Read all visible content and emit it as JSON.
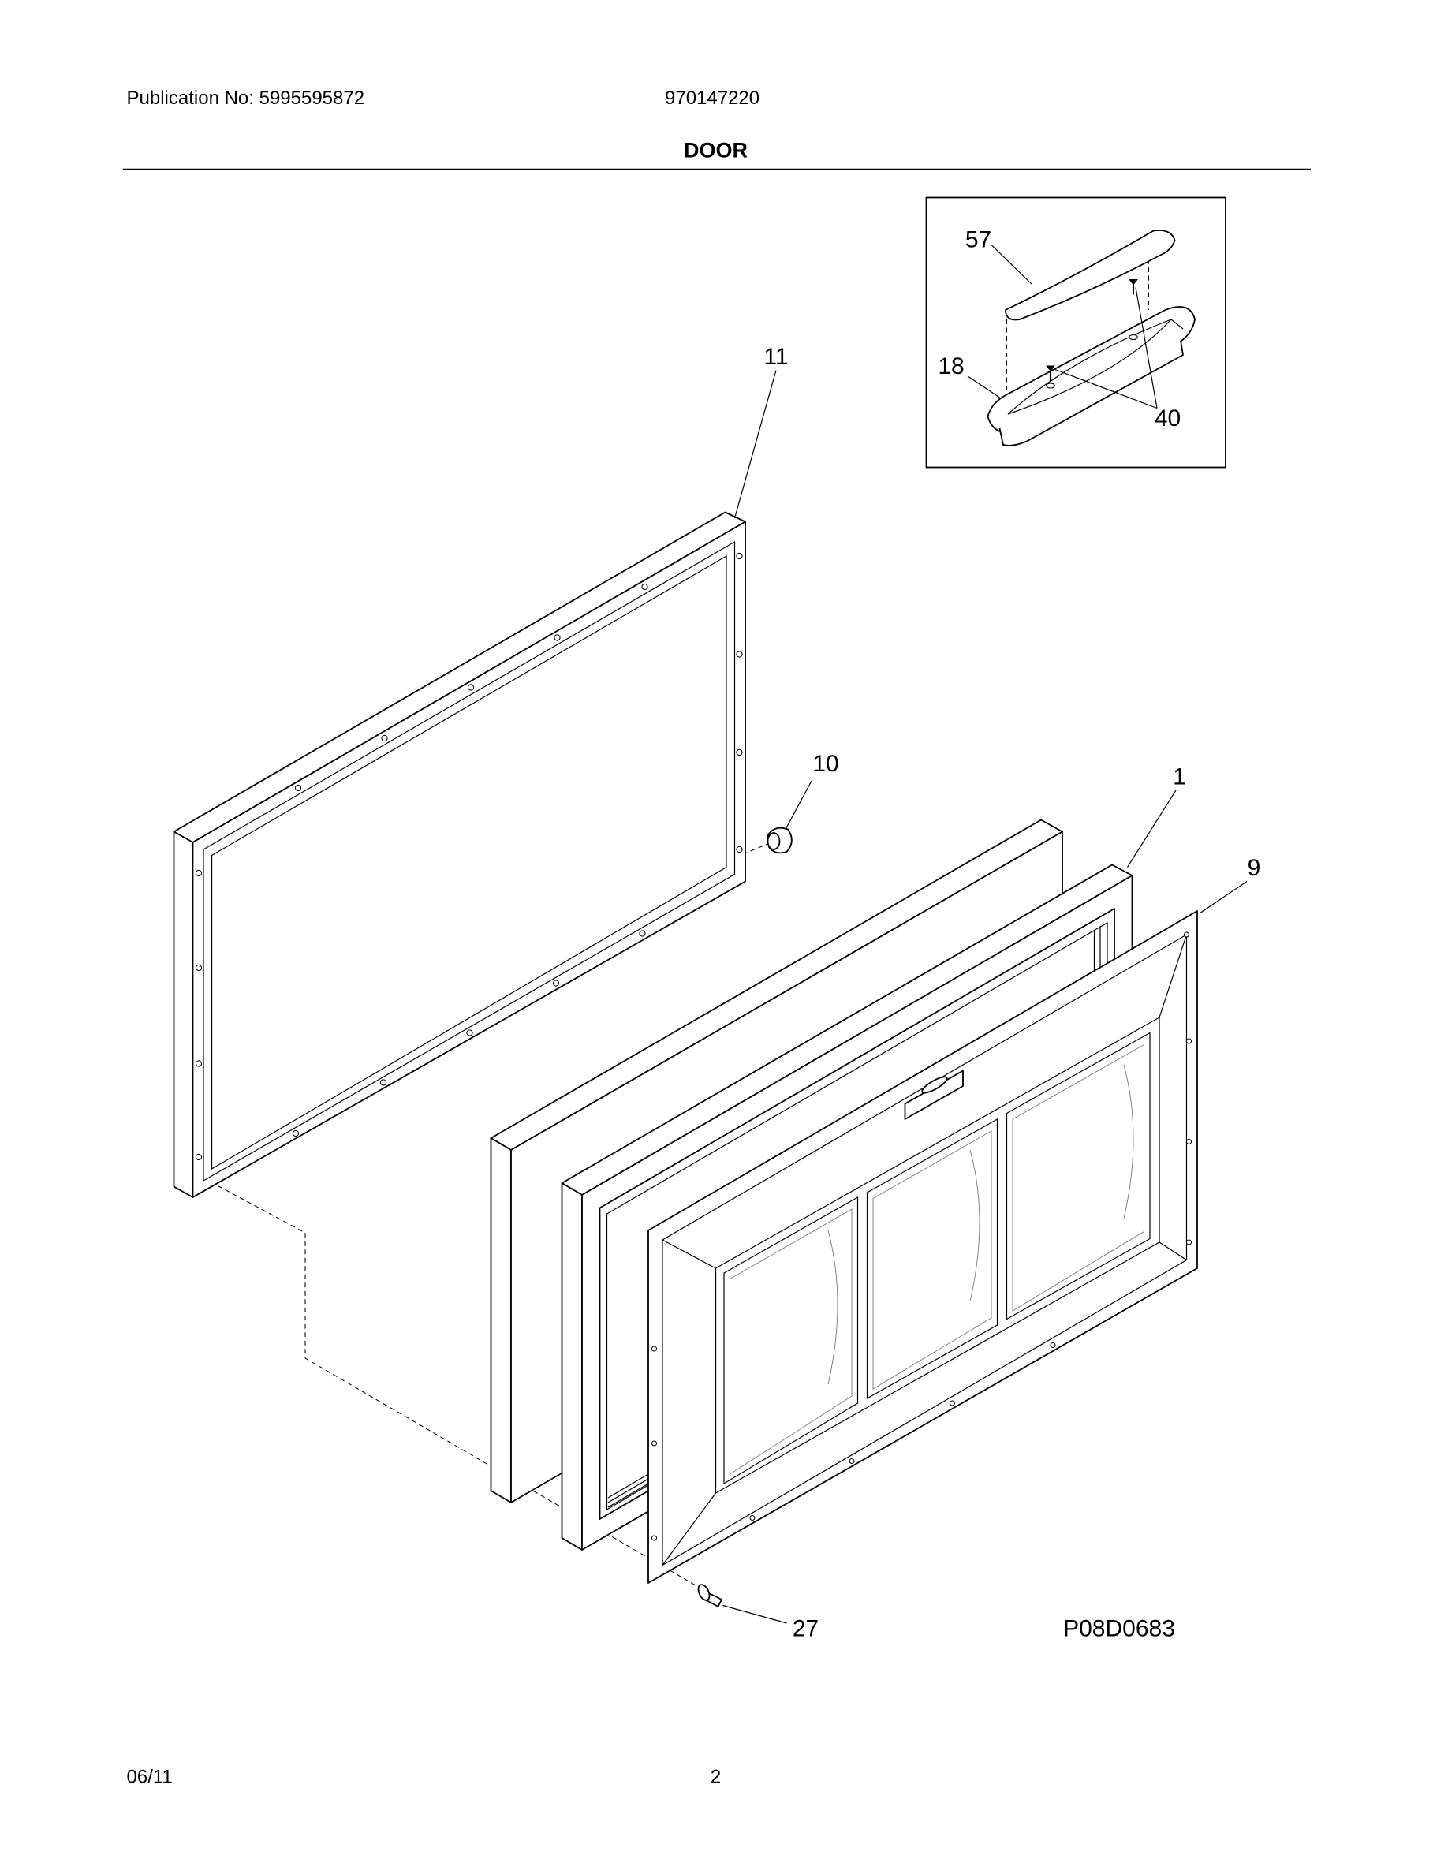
{
  "header": {
    "publication": "Publication No: 5995595872",
    "model_number": "970147220",
    "section_title": "DOOR"
  },
  "diagram": {
    "callouts": [
      "57",
      "18",
      "40",
      "11",
      "10",
      "1",
      "9",
      "27"
    ],
    "figure_code": "P08D0683"
  },
  "footer": {
    "date": "06/11",
    "page_number": "2"
  },
  "colors": {
    "ink": "#000000",
    "paper": "#ffffff"
  }
}
